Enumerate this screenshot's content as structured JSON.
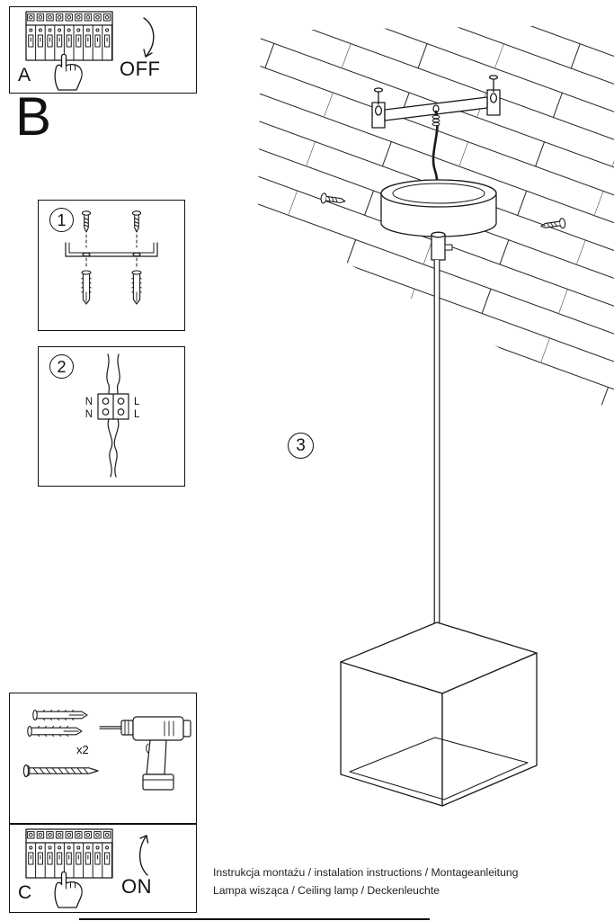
{
  "panel_a": {
    "label": "A",
    "action": "OFF"
  },
  "section_b": {
    "label": "B"
  },
  "steps": {
    "one": "1",
    "two": "2",
    "three": "3"
  },
  "wiring": {
    "top_left": "N",
    "top_right": "L",
    "bottom_left": "N",
    "bottom_right": "L"
  },
  "tools": {
    "quantity": "x2"
  },
  "panel_c": {
    "label": "C",
    "action": "ON"
  },
  "footer": {
    "line1": "Instrukcja montażu / instalation instructions / Montageanleitung",
    "line2": "Lampa wisząca / Ceiling lamp / Deckenleuchte"
  }
}
